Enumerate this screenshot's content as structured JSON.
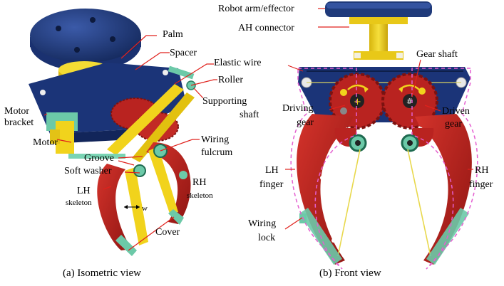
{
  "labels": {
    "palm": "Palm",
    "spacer": "Spacer",
    "elastic_wire": "Elastic wire",
    "roller": "Roller",
    "supporting_shaft_1": "Supporting",
    "supporting_shaft_2": "shaft",
    "motor_bracket_1": "Motor",
    "motor_bracket_2": "bracket",
    "motor": "Motor",
    "wiring_fulcrum_1": "Wiring",
    "wiring_fulcrum_2": "fulcrum",
    "groove": "Groove",
    "soft_washer": "Soft washer",
    "lh_skeleton_1": "LH",
    "lh_skeleton_2": "skeleton",
    "rh_skeleton_1": "RH",
    "rh_skeleton_2": "skeleton",
    "w": "w",
    "cover": "Cover",
    "robot_arm": "Robot arm/effector",
    "ah_connector": "AH connector",
    "gear_shaft": "Gear shaft",
    "driving_gear_1": "Driving",
    "driving_gear_2": "gear",
    "driven_gear_1": "Driven",
    "driven_gear_2": "gear",
    "lh_finger_1": "LH",
    "lh_finger_2": "finger",
    "rh_finger_1": "RH",
    "rh_finger_2": "finger",
    "wiring_lock_1": "Wiring",
    "wiring_lock_2": "lock"
  },
  "captions": {
    "isometric": "(a) Isometric view",
    "front": "(b) Front view"
  },
  "colors": {
    "navy": "#1f3a7a",
    "yellow": "#f1d31c",
    "red": "#c4201e",
    "teal": "#6cc9a8",
    "leader": "#e0211c",
    "dashed": "#e45fd0"
  }
}
